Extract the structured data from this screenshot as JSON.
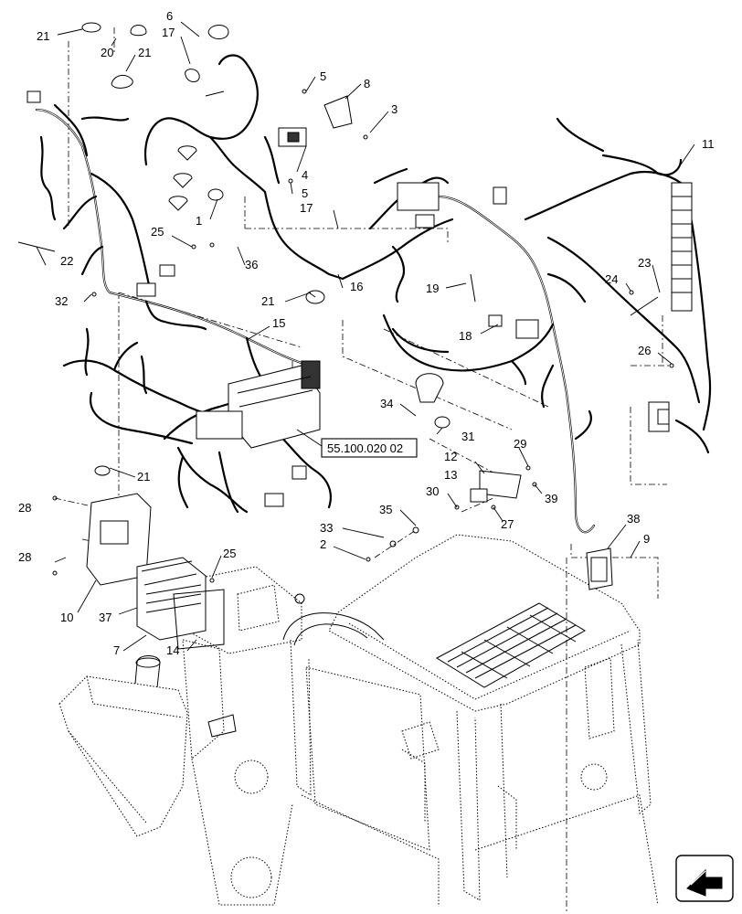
{
  "callouts": [
    {
      "id": "c21a",
      "text": "21"
    },
    {
      "id": "c20",
      "text": "20"
    },
    {
      "id": "c21b",
      "text": "21"
    },
    {
      "id": "c6",
      "text": "6"
    },
    {
      "id": "c17a",
      "text": "17"
    },
    {
      "id": "c5a",
      "text": "5"
    },
    {
      "id": "c8",
      "text": "8"
    },
    {
      "id": "c3",
      "text": "3"
    },
    {
      "id": "c4",
      "text": "4"
    },
    {
      "id": "c5b",
      "text": "5"
    },
    {
      "id": "c1",
      "text": "1"
    },
    {
      "id": "c17b",
      "text": "17"
    },
    {
      "id": "c25a",
      "text": "25"
    },
    {
      "id": "c36",
      "text": "36"
    },
    {
      "id": "c22",
      "text": "22"
    },
    {
      "id": "c32",
      "text": "32"
    },
    {
      "id": "c21c",
      "text": "21"
    },
    {
      "id": "c16",
      "text": "16"
    },
    {
      "id": "c15",
      "text": "15"
    },
    {
      "id": "c11",
      "text": "11"
    },
    {
      "id": "c19",
      "text": "19"
    },
    {
      "id": "c24",
      "text": "24"
    },
    {
      "id": "c23",
      "text": "23"
    },
    {
      "id": "c18",
      "text": "18"
    },
    {
      "id": "c26",
      "text": "26"
    },
    {
      "id": "c34",
      "text": "34"
    },
    {
      "id": "c31",
      "text": "31"
    },
    {
      "id": "c29",
      "text": "29"
    },
    {
      "id": "c12",
      "text": "12"
    },
    {
      "id": "c13",
      "text": "13"
    },
    {
      "id": "c30",
      "text": "30"
    },
    {
      "id": "c39",
      "text": "39"
    },
    {
      "id": "c27",
      "text": "27"
    },
    {
      "id": "c21d",
      "text": "21"
    },
    {
      "id": "c28a",
      "text": "28"
    },
    {
      "id": "c35",
      "text": "35"
    },
    {
      "id": "c33",
      "text": "33"
    },
    {
      "id": "c2",
      "text": "2"
    },
    {
      "id": "c38",
      "text": "38"
    },
    {
      "id": "c9",
      "text": "9"
    },
    {
      "id": "c28b",
      "text": "28"
    },
    {
      "id": "c25b",
      "text": "25"
    },
    {
      "id": "c10",
      "text": "10"
    },
    {
      "id": "c37",
      "text": "37"
    },
    {
      "id": "c7",
      "text": "7"
    },
    {
      "id": "c14",
      "text": "14"
    }
  ],
  "reference": {
    "label": "55.100.020 02"
  },
  "navigation": {
    "icon": "next-page-arrow-icon"
  }
}
